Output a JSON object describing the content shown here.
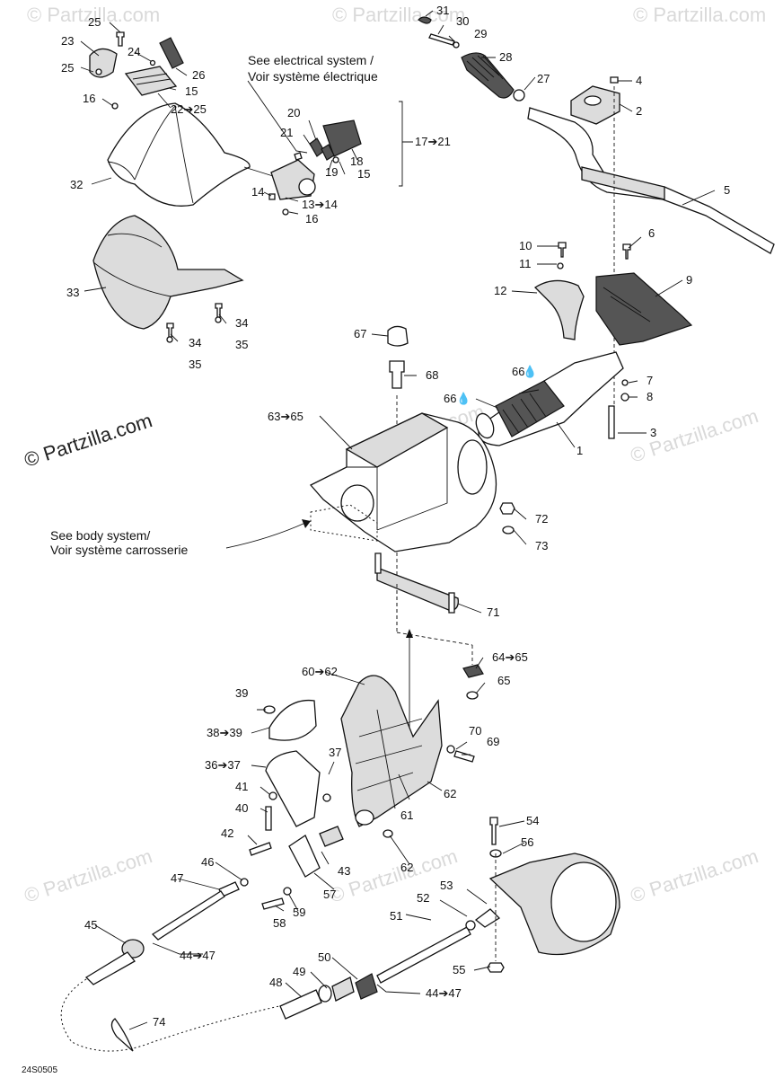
{
  "watermarks": {
    "repeat": "© Partzilla.com",
    "main": "© Partzilla.com"
  },
  "notes": {
    "electrical_line1": "See electrical system /",
    "electrical_line2": "Voir système électrique",
    "body_line1": "See body system/",
    "body_line2": "Voir système carrosserie"
  },
  "drawing_code": "24S0505",
  "callouts": {
    "c1": "1",
    "c2": "2",
    "c3": "3",
    "c4": "4",
    "c5": "5",
    "c6": "6",
    "c7": "7",
    "c8": "8",
    "c9": "9",
    "c10": "10",
    "c11": "11",
    "c12": "12",
    "c13_14": "13➔14",
    "c14": "14",
    "c15a": "15",
    "c15b": "15",
    "c16a": "16",
    "c16b": "16",
    "c17_21": "17➔21",
    "c18": "18",
    "c19": "19",
    "c20": "20",
    "c21": "21",
    "c22_25": "22➔25",
    "c23": "23",
    "c24": "24",
    "c25a": "25",
    "c25b": "25",
    "c26": "26",
    "c27": "27",
    "c28": "28",
    "c29": "29",
    "c30": "30",
    "c31": "31",
    "c32": "32",
    "c33": "33",
    "c34a": "34",
    "c34b": "34",
    "c35a": "35",
    "c35b": "35",
    "c36_37": "36➔37",
    "c37": "37",
    "c38_39": "38➔39",
    "c39": "39",
    "c40": "40",
    "c41": "41",
    "c42": "42",
    "c43": "43",
    "c44_47a": "44➔47",
    "c44_47b": "44➔47",
    "c45": "45",
    "c46": "46",
    "c47": "47",
    "c48": "48",
    "c49": "49",
    "c50": "50",
    "c51": "51",
    "c52": "52",
    "c53": "53",
    "c54": "54",
    "c55": "55",
    "c56": "56",
    "c57": "57",
    "c58": "58",
    "c59": "59",
    "c60_62": "60➔62",
    "c61": "61",
    "c62a": "62",
    "c62b": "62",
    "c63_65": "63➔65",
    "c64_65": "64➔65",
    "c65": "65",
    "c66a": "66",
    "c66b": "66",
    "c67": "67",
    "c68": "68",
    "c69": "69",
    "c70": "70",
    "c71": "71",
    "c72": "72",
    "c73": "73",
    "c74": "74"
  }
}
